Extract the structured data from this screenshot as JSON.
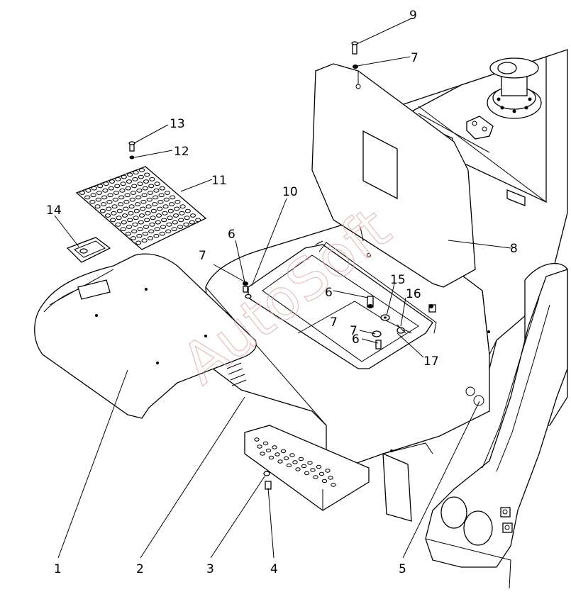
{
  "watermark": "AutoSoft",
  "callouts": [
    {
      "label": "1"
    },
    {
      "label": "2"
    },
    {
      "label": "3"
    },
    {
      "label": "4"
    },
    {
      "label": "5"
    },
    {
      "label": "6"
    },
    {
      "label": "6"
    },
    {
      "label": "6"
    },
    {
      "label": "7"
    },
    {
      "label": "7"
    },
    {
      "label": "7"
    },
    {
      "label": "7"
    },
    {
      "label": "8"
    },
    {
      "label": "9"
    },
    {
      "label": "10"
    },
    {
      "label": "11"
    },
    {
      "label": "12"
    },
    {
      "label": "13"
    },
    {
      "label": "14"
    },
    {
      "label": "15"
    },
    {
      "label": "16"
    },
    {
      "label": "17"
    }
  ]
}
